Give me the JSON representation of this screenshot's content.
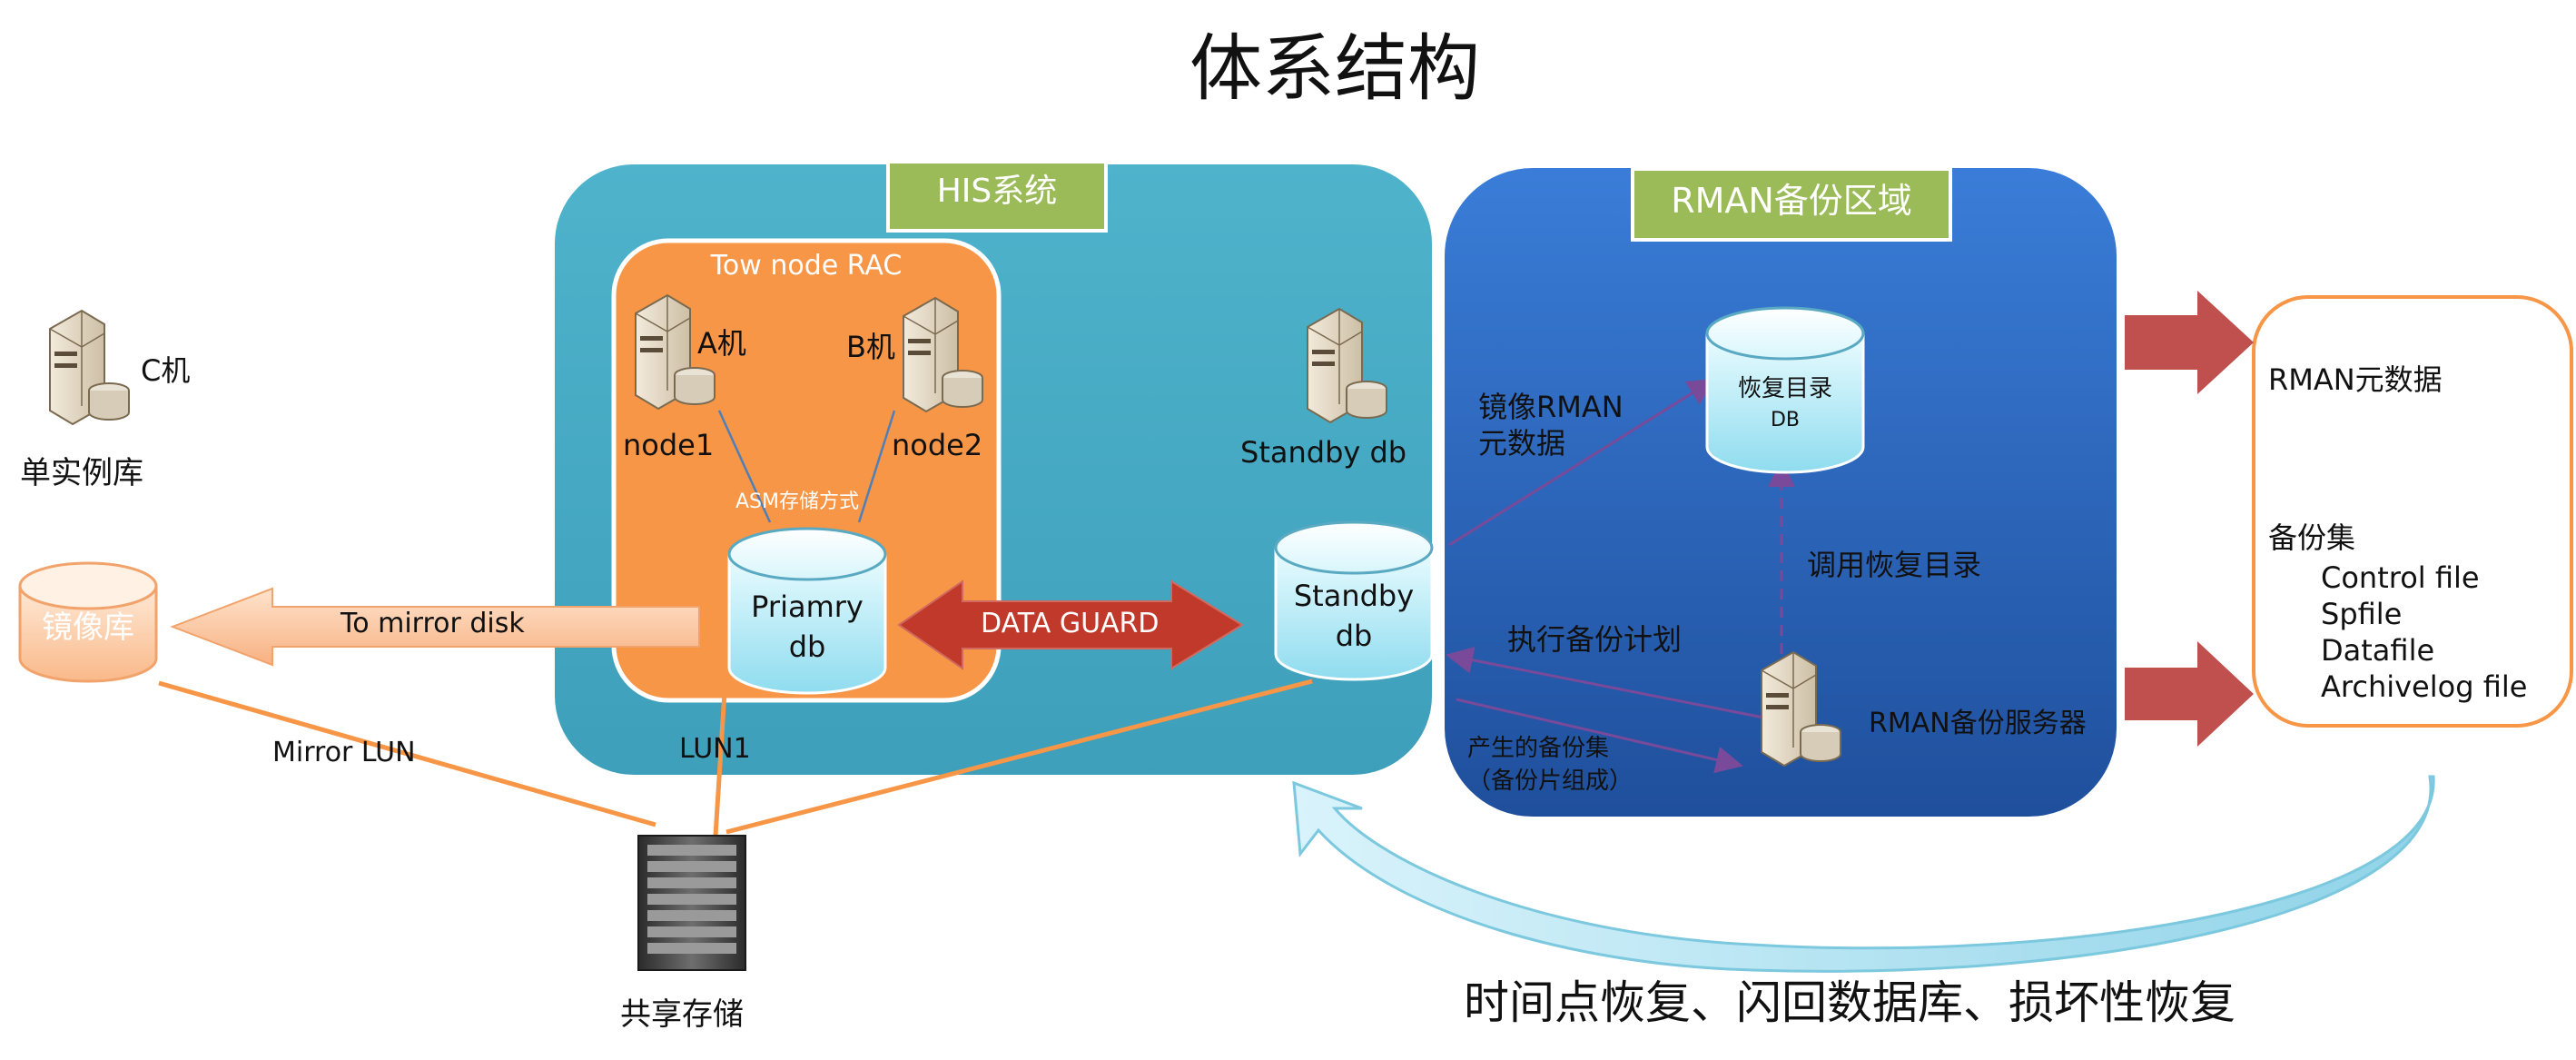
{
  "title": "体系结构",
  "his_region": {
    "label": "HIS系统"
  },
  "rac": {
    "label": "Tow node RAC",
    "host_a": "A机",
    "host_b": "B机",
    "node1": "node1",
    "node2": "node2",
    "storage_mode": "ASM存储方式",
    "primary_db_line1": "Priamry",
    "primary_db_line2": "db"
  },
  "standby": {
    "server_label": "Standby db",
    "db_line1": "Standby",
    "db_line2": "db"
  },
  "data_guard": "DATA GUARD",
  "lun": "LUN1",
  "c_host": {
    "label": "C机",
    "caption": "单实例库"
  },
  "mirror": {
    "db_label": "镜像库",
    "arrow_label": "To mirror  disk",
    "lun_label": "Mirror LUN"
  },
  "shared_storage": "共享存储",
  "rman_region": {
    "label": "RMAN备份区域",
    "catalog_db_line1": "恢复目录",
    "catalog_db_line2": "DB",
    "mirror_meta_line1": "镜像RMAN",
    "mirror_meta_line2": "元数据",
    "call_catalog": "调用恢复目录",
    "exec_plan": "执行备份计划",
    "backup_set_line1": "产生的备份集",
    "backup_set_line2": "（备份片组成）",
    "server_label": "RMAN备份服务器"
  },
  "output_panel": {
    "metadata": "RMAN元数据",
    "backup_sets": "备份集",
    "items": [
      "Control file",
      "Spfile",
      "Datafile",
      "Archivelog file"
    ]
  },
  "recovery_caption": "时间点恢复、闪回数据库、损坏性恢复",
  "colors": {
    "his_bg": "#4bacc6",
    "rac_bg": "#f79646",
    "rman_bg": "#2f6cc8",
    "label_green": "#9bbb59",
    "dataguard_red": "#c0392b",
    "output_border": "#f79646"
  }
}
